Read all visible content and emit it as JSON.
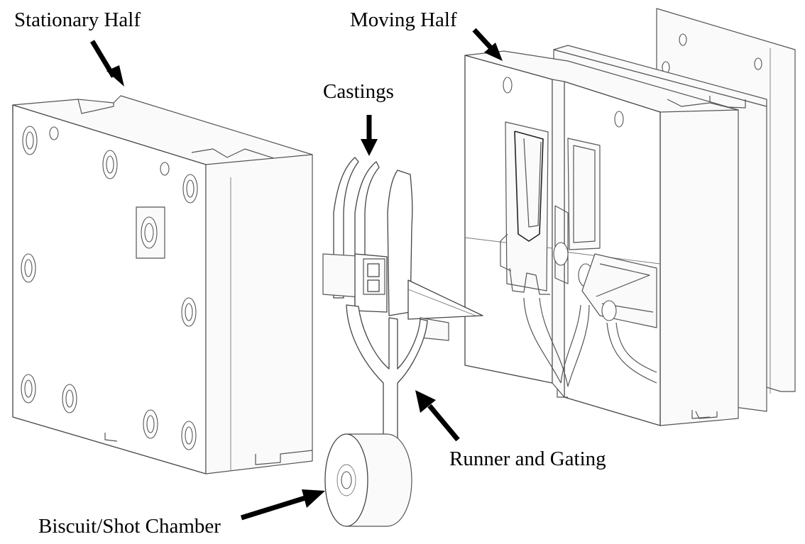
{
  "labels": {
    "stationary_half": "Stationary Half",
    "moving_half": "Moving Half",
    "castings": "Castings",
    "runner_and_gating": "Runner and Gating",
    "biscuit_shot_chamber": "Biscuit/Shot Chamber"
  },
  "colors": {
    "line": "#444444",
    "arrow": "#000000",
    "background": "#ffffff"
  }
}
